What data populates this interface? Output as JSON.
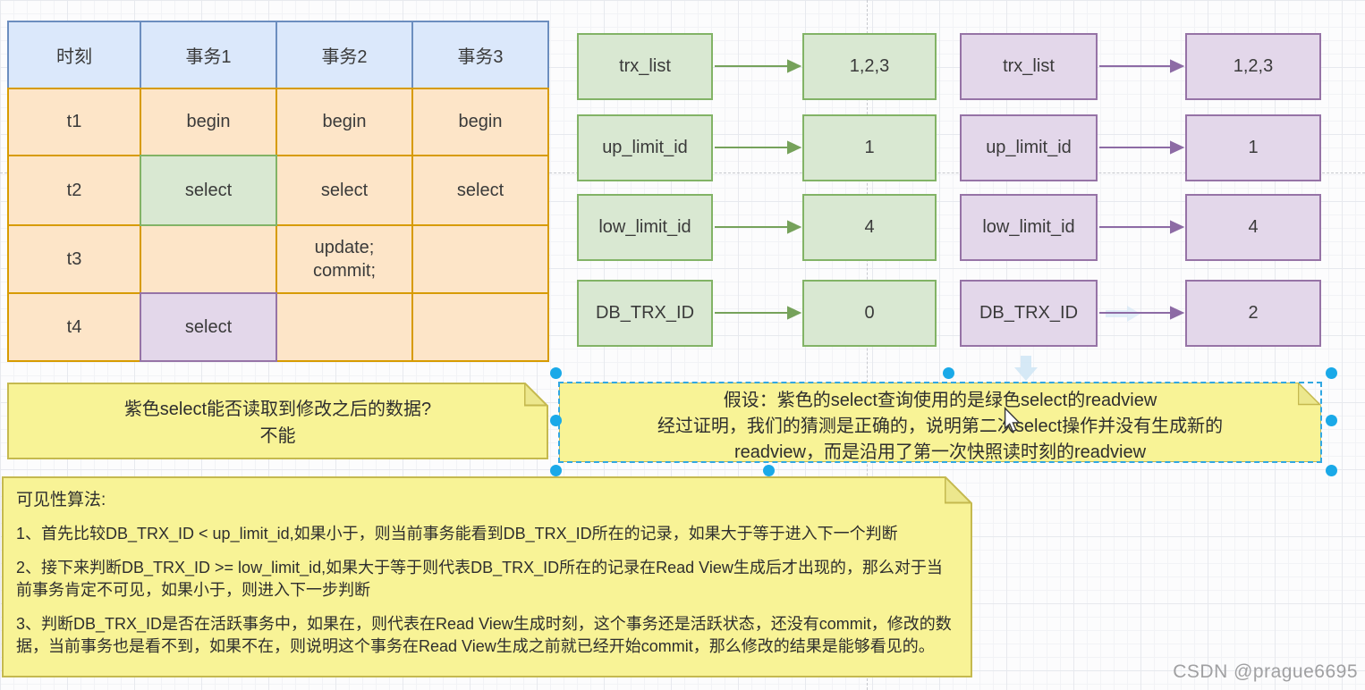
{
  "table": {
    "headers": [
      "时刻",
      "事务1",
      "事务2",
      "事务3"
    ],
    "rows": [
      [
        "t1",
        "begin",
        "begin",
        "begin"
      ],
      [
        "t2",
        "select",
        "select",
        "select"
      ],
      [
        "t3",
        "",
        "update;\ncommit;",
        ""
      ],
      [
        "t4",
        "select",
        "",
        ""
      ]
    ]
  },
  "readview_green": {
    "rows": [
      {
        "label": "trx_list",
        "value": "1,2,3"
      },
      {
        "label": "up_limit_id",
        "value": "1"
      },
      {
        "label": "low_limit_id",
        "value": "4"
      },
      {
        "label": "DB_TRX_ID",
        "value": "0"
      }
    ]
  },
  "readview_purple": {
    "rows": [
      {
        "label": "trx_list",
        "value": "1,2,3"
      },
      {
        "label": "up_limit_id",
        "value": "1"
      },
      {
        "label": "low_limit_id",
        "value": "4"
      },
      {
        "label": "DB_TRX_ID",
        "value": "2"
      }
    ]
  },
  "notes": {
    "question": {
      "line1": "紫色select能否读取到修改之后的数据?",
      "line2": "不能"
    },
    "hypothesis": {
      "line1": "假设：紫色的select查询使用的是绿色select的readview",
      "line2": "经过证明，我们的猜测是正确的，说明第二次select操作并没有生成新的",
      "line3": "readview，而是沿用了第一次快照读时刻的readview"
    },
    "algorithm": {
      "title": "可见性算法:",
      "p1": "1、首先比较DB_TRX_ID < up_limit_id,如果小于，则当前事务能看到DB_TRX_ID所在的记录，如果大于等于进入下一个判断",
      "p2": "2、接下来判断DB_TRX_ID >= low_limit_id,如果大于等于则代表DB_TRX_ID所在的记录在Read View生成后才出现的，那么对于当前事务肯定不可见，如果小于，则进入下一步判断",
      "p3": "3、判断DB_TRX_ID是否在活跃事务中，如果在，则代表在Read View生成时刻，这个事务还是活跃状态，还没有commit，修改的数据，当前事务也是看不到，如果不在，则说明这个事务在Read View生成之前就已经开始commit，那么修改的结果是能够看见的。"
    }
  },
  "watermark": "CSDN @prague6695",
  "colors": {
    "header_fill": "#dbe8fb",
    "header_stroke": "#6c8ebf",
    "body_fill": "#fde5c8",
    "body_stroke": "#d79b00",
    "green_fill": "#d9e8d2",
    "green_stroke": "#82b366",
    "purple_fill": "#e3d7ea",
    "purple_stroke": "#9673a6",
    "note_fill": "#f8f396",
    "note_stroke": "#c5b94f",
    "selection_blue": "#1aa9e8"
  }
}
